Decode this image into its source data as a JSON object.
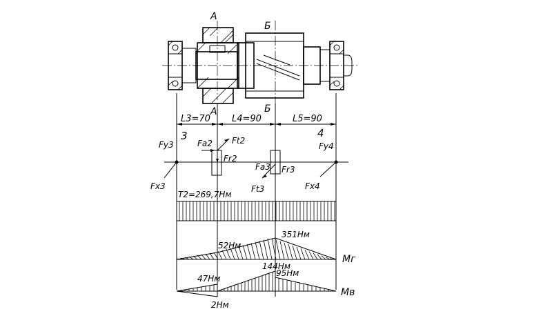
{
  "sections": {
    "a": "А",
    "b": "Б"
  },
  "spans": {
    "l3": "L3=70",
    "l4": "L4=90",
    "l5": "L5=90"
  },
  "supports": {
    "left": "3",
    "right": "4"
  },
  "forces": {
    "fy3": "Fy3",
    "fx3": "Fx3",
    "fa2": "Fa2",
    "ft2": "Ft2",
    "fr2": "Fr2",
    "fa3": "Fa3",
    "fr3": "Fr3",
    "ft3": "Ft3",
    "fy4": "Fy4",
    "fx4": "Fx4"
  },
  "torque_label": "T2=269,7Нм",
  "moments": {
    "mg_label": "Мг",
    "mv_label": "Мв",
    "mg_a": "52Нм",
    "mg_b": "351Нм",
    "mv_a": "47Нм",
    "mv_a2": "2Нм",
    "mv_b1": "144Нм",
    "mv_b2": "95Нм"
  }
}
